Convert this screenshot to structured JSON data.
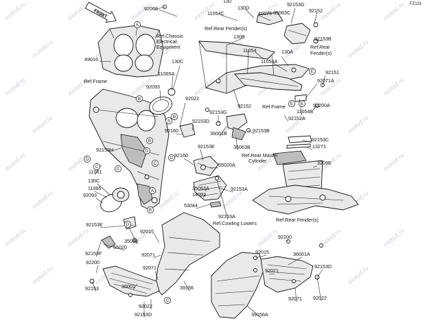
{
  "diagram": {
    "ref_code": "FZ131",
    "front_label": "FRONT",
    "watermark": "motod.ru",
    "part_labels": [
      {
        "id": "p92066",
        "text": "92066"
      },
      {
        "id": "p130",
        "text": "130"
      },
      {
        "id": "p11054C",
        "text": "11054C"
      },
      {
        "id": "p130D",
        "text": "130D"
      },
      {
        "id": "p92153G_top",
        "text": "92153G"
      },
      {
        "id": "p92152_top",
        "text": "92152"
      },
      {
        "id": "p46075",
        "text": "46075"
      },
      {
        "id": "p35063C",
        "text": "35063C"
      },
      {
        "id": "p130B",
        "text": "130B"
      },
      {
        "id": "p92153B_top",
        "text": "92153B"
      },
      {
        "id": "p49016",
        "text": "49016"
      },
      {
        "id": "p11054",
        "text": "11054"
      },
      {
        "id": "p130A",
        "text": "130A"
      },
      {
        "id": "p11054A",
        "text": "11054A"
      },
      {
        "id": "p130C_top",
        "text": "130C"
      },
      {
        "id": "p11065A",
        "text": "11065A"
      },
      {
        "id": "p92151",
        "text": "92151"
      },
      {
        "id": "p92071A",
        "text": "92071A"
      },
      {
        "id": "p92093_top",
        "text": "92093"
      },
      {
        "id": "p92022_top",
        "text": "92022"
      },
      {
        "id": "p92153G_mid",
        "text": "92153G"
      },
      {
        "id": "p92200A",
        "text": "92200A"
      },
      {
        "id": "p11054B",
        "text": "11054B"
      },
      {
        "id": "p92152A",
        "text": "92152A"
      },
      {
        "id": "p92152_mid",
        "text": "92152"
      },
      {
        "id": "p92160_a",
        "text": "92160"
      },
      {
        "id": "p92153D_mid",
        "text": "92153D"
      },
      {
        "id": "p36001B",
        "text": "36001B"
      },
      {
        "id": "p92153B_mid",
        "text": "92153B"
      },
      {
        "id": "p92153C",
        "text": "92153C"
      },
      {
        "id": "p13271",
        "text": "13271"
      },
      {
        "id": "p92153H",
        "text": "92153H"
      },
      {
        "id": "p92153E_mid",
        "text": "92153E"
      },
      {
        "id": "p35063B",
        "text": "35063B"
      },
      {
        "id": "p92160_b",
        "text": "92160"
      },
      {
        "id": "p32098",
        "text": "32098"
      },
      {
        "id": "p11061",
        "text": "11061"
      },
      {
        "id": "p55020A",
        "text": "55020A"
      },
      {
        "id": "p35063A",
        "text": "35063A"
      },
      {
        "id": "p14091",
        "text": "14091"
      },
      {
        "id": "p92153A_mid",
        "text": "92153A"
      },
      {
        "id": "p130C_bot",
        "text": "130C"
      },
      {
        "id": "p11065",
        "text": "11065"
      },
      {
        "id": "p92093_bot",
        "text": "92093"
      },
      {
        "id": "p53044",
        "text": "53044"
      },
      {
        "id": "p92153A_bot",
        "text": "92153A"
      },
      {
        "id": "p92153E_bot",
        "text": "92153E"
      },
      {
        "id": "p92015_a",
        "text": "92015"
      },
      {
        "id": "p35063",
        "text": "35063"
      },
      {
        "id": "p55020",
        "text": "55020"
      },
      {
        "id": "p92153F",
        "text": "92153F"
      },
      {
        "id": "p92200_l",
        "text": "92200"
      },
      {
        "id": "p92071_l",
        "text": "92071"
      },
      {
        "id": "p92200_r",
        "text": "92200"
      },
      {
        "id": "p92015_b",
        "text": "92015"
      },
      {
        "id": "p36001A",
        "text": "36001A"
      },
      {
        "id": "p92153D_bot",
        "text": "92153D"
      },
      {
        "id": "p92071_c",
        "text": "92071"
      },
      {
        "id": "p92071_b",
        "text": "92071"
      },
      {
        "id": "p92153_bl",
        "text": "92153"
      },
      {
        "id": "p36001",
        "text": "36001"
      },
      {
        "id": "p39156",
        "text": "39156"
      },
      {
        "id": "p92071_r",
        "text": "92071"
      },
      {
        "id": "p92022_bot",
        "text": "92022"
      },
      {
        "id": "p92022_br",
        "text": "92022"
      },
      {
        "id": "p92153D_bl",
        "text": "92153D"
      },
      {
        "id": "p39156A",
        "text": "39156A"
      }
    ],
    "reference_labels": [
      {
        "id": "r_rear_fender_top",
        "text": "Ref.Rear Fender(s)"
      },
      {
        "id": "r_chassis_1",
        "text": "Ref.Chassis"
      },
      {
        "id": "r_chassis_2",
        "text": "Electrical"
      },
      {
        "id": "r_chassis_3",
        "text": "Equipment"
      },
      {
        "id": "r_rear_fender_right_1",
        "text": "Ref.Rear"
      },
      {
        "id": "r_rear_fender_right_2",
        "text": "Fender(s)"
      },
      {
        "id": "r_frame_left",
        "text": "Ref.Frame"
      },
      {
        "id": "r_frame_mid",
        "text": "Ref.Frame"
      },
      {
        "id": "r_master_1",
        "text": "Ref.Rear Master"
      },
      {
        "id": "r_master_2",
        "text": "Cylinder"
      },
      {
        "id": "r_rear_fender_bot",
        "text": "Ref.Rear Fender(s)"
      },
      {
        "id": "r_cowling",
        "text": "Ref.Cowling Lowers"
      }
    ],
    "callouts": [
      {
        "id": "cA1",
        "text": "A"
      },
      {
        "id": "cB1",
        "text": "B"
      },
      {
        "id": "cC1",
        "text": "C"
      },
      {
        "id": "cD1",
        "text": "D"
      },
      {
        "id": "cE1",
        "text": "E"
      },
      {
        "id": "cA2",
        "text": "A"
      },
      {
        "id": "cB2",
        "text": "B"
      },
      {
        "id": "cC2",
        "text": "C"
      },
      {
        "id": "cD2",
        "text": "D"
      },
      {
        "id": "cE2",
        "text": "E"
      },
      {
        "id": "cA3",
        "text": "A"
      },
      {
        "id": "cB3",
        "text": "B"
      },
      {
        "id": "cC3",
        "text": "C"
      },
      {
        "id": "cD3",
        "text": "D"
      },
      {
        "id": "cE3",
        "text": "E"
      },
      {
        "id": "cB4",
        "text": "B"
      },
      {
        "id": "cC4",
        "text": "C"
      },
      {
        "id": "cD4",
        "text": "D"
      }
    ]
  }
}
